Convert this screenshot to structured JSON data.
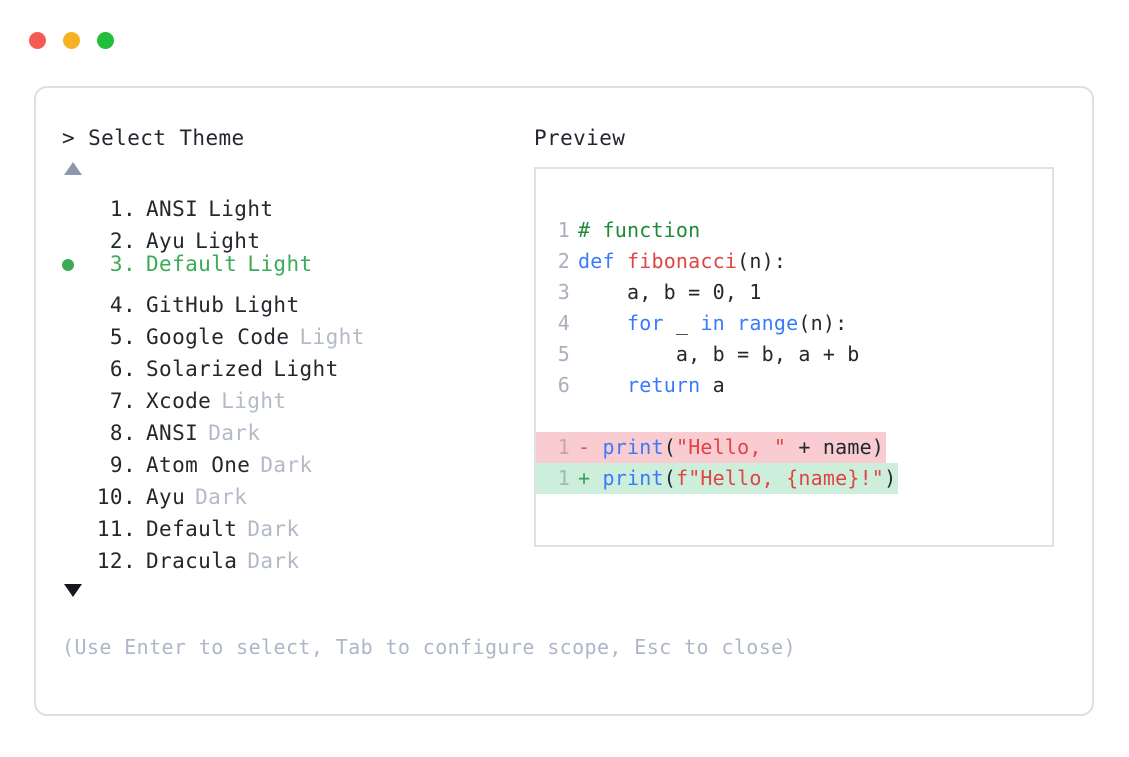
{
  "window": {
    "traffic_lights": [
      {
        "name": "close",
        "color": "#f55b52"
      },
      {
        "name": "minimize",
        "color": "#f5b324"
      },
      {
        "name": "maximize",
        "color": "#22bf3a"
      }
    ]
  },
  "left": {
    "prompt": "> Select Theme",
    "scroll_up_icon": "triangle-up-icon",
    "scroll_down_icon": "triangle-down-icon",
    "selected_index": 3,
    "themes": [
      {
        "num": " 1.",
        "name": "ANSI",
        "variant": "Light",
        "variant_muted": false,
        "selected": false
      },
      {
        "num": " 2.",
        "name": "Ayu",
        "variant": "Light",
        "variant_muted": false,
        "selected": false
      },
      {
        "num": " 3.",
        "name": "Default",
        "variant": "Light",
        "variant_muted": false,
        "selected": true
      },
      {
        "num": " 4.",
        "name": "GitHub",
        "variant": "Light",
        "variant_muted": false,
        "selected": false
      },
      {
        "num": " 5.",
        "name": "Google Code",
        "variant": "Light",
        "variant_muted": true,
        "selected": false
      },
      {
        "num": " 6.",
        "name": "Solarized",
        "variant": "Light",
        "variant_muted": false,
        "selected": false
      },
      {
        "num": " 7.",
        "name": "Xcode",
        "variant": "Light",
        "variant_muted": true,
        "selected": false
      },
      {
        "num": " 8.",
        "name": "ANSI",
        "variant": "Dark",
        "variant_muted": true,
        "selected": false
      },
      {
        "num": " 9.",
        "name": "Atom One",
        "variant": "Dark",
        "variant_muted": true,
        "selected": false
      },
      {
        "num": "10.",
        "name": "Ayu",
        "variant": "Dark",
        "variant_muted": true,
        "selected": false
      },
      {
        "num": "11.",
        "name": "Default",
        "variant": "Dark",
        "variant_muted": true,
        "selected": false
      },
      {
        "num": "12.",
        "name": "Dracula",
        "variant": "Dark",
        "variant_muted": true,
        "selected": false
      }
    ],
    "help": "(Use Enter to select, Tab to configure scope, Esc to close)"
  },
  "right": {
    "preview_label": "Preview",
    "code_lines": [
      {
        "n": "1",
        "tokens": [
          {
            "t": "# function",
            "c": "tok-comment"
          }
        ]
      },
      {
        "n": "2",
        "tokens": [
          {
            "t": "def ",
            "c": "tok-kw"
          },
          {
            "t": "fibonacci",
            "c": "tok-fn"
          },
          {
            "t": "(n):",
            "c": "tok-punct"
          }
        ]
      },
      {
        "n": "3",
        "tokens": [
          {
            "t": "    a, b = 0, 1",
            "c": "tok-plain"
          }
        ]
      },
      {
        "n": "4",
        "tokens": [
          {
            "t": "    ",
            "c": "tok-plain"
          },
          {
            "t": "for",
            "c": "tok-kw"
          },
          {
            "t": " _ ",
            "c": "tok-plain"
          },
          {
            "t": "in",
            "c": "tok-kw"
          },
          {
            "t": " ",
            "c": "tok-plain"
          },
          {
            "t": "range",
            "c": "tok-kw"
          },
          {
            "t": "(n):",
            "c": "tok-punct"
          }
        ]
      },
      {
        "n": "5",
        "tokens": [
          {
            "t": "        a, b = b, a + b",
            "c": "tok-plain"
          }
        ]
      },
      {
        "n": "6",
        "tokens": [
          {
            "t": "    ",
            "c": "tok-plain"
          },
          {
            "t": "return",
            "c": "tok-kw"
          },
          {
            "t": " a",
            "c": "tok-plain"
          }
        ]
      }
    ],
    "diff_lines": [
      {
        "n": "1",
        "sign": "-",
        "kind": "del",
        "tokens": [
          {
            "t": "print",
            "c": "tok-kw"
          },
          {
            "t": "(",
            "c": "tok-punct"
          },
          {
            "t": "\"Hello, \"",
            "c": "tok-str"
          },
          {
            "t": " + name)",
            "c": "tok-plain"
          }
        ]
      },
      {
        "n": "1",
        "sign": "+",
        "kind": "add",
        "tokens": [
          {
            "t": "print",
            "c": "tok-kw"
          },
          {
            "t": "(",
            "c": "tok-punct"
          },
          {
            "t": "f\"Hello, {name}!\"",
            "c": "tok-str"
          },
          {
            "t": ")",
            "c": "tok-punct"
          }
        ]
      }
    ]
  }
}
